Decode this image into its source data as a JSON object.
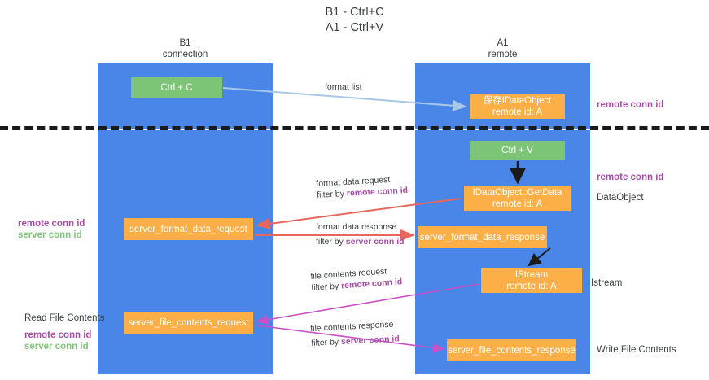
{
  "diagram": {
    "title_line1": "B1 - Ctrl+C",
    "title_line2": "A1 - Ctrl+V",
    "columns": [
      {
        "name": "B1",
        "role": "connection"
      },
      {
        "name": "A1",
        "role": "remote"
      }
    ],
    "colors": {
      "lane": "#4a86e8",
      "green_node": "#7cc576",
      "orange_node": "#fbaf46",
      "purple_text": "#a64ca6",
      "green_text": "#7cc576",
      "divider": "#1a1a1a",
      "arrow_blue": "#a7c7e7",
      "arrow_red": "#e8675c",
      "arrow_magenta": "#c850c8",
      "arrow_black": "#1a1a1a"
    },
    "nodes": {
      "ctrl_c": {
        "label": "Ctrl + C"
      },
      "save_dataobject": {
        "line1": "保存IDataObject",
        "line2": "remote id: A"
      },
      "ctrl_v": {
        "label": "Ctrl + V"
      },
      "getdata": {
        "line1": "IDataObject::GetData",
        "line2": "remote id: A"
      },
      "server_format_data_request": {
        "label": "server_format_data_request"
      },
      "server_format_data_response": {
        "label": "server_format_data_response"
      },
      "istream": {
        "line1": "IStream",
        "line2": "remote id: A"
      },
      "server_file_contents_request": {
        "label": "server_file_contents_request"
      },
      "server_file_contents_response": {
        "label": "server_file_contents_response"
      }
    },
    "edges": [
      {
        "id": "format_list",
        "label": "format list",
        "filter": ""
      },
      {
        "id": "format_data_request",
        "label": "format data request",
        "filter_prefix": "filter by ",
        "filter_key": "remote conn id"
      },
      {
        "id": "format_data_response",
        "label": "format data response",
        "filter_prefix": "filter by ",
        "filter_key": "server conn id"
      },
      {
        "id": "file_contents_request",
        "label": "file contents request",
        "filter_prefix": "filter by ",
        "filter_key": "remote conn id"
      },
      {
        "id": "file_contents_response",
        "label": "file contents response",
        "filter_prefix": "filter by ",
        "filter_key": "server conn id"
      }
    ],
    "right_labels": {
      "remote_conn_id_top": "remote conn id",
      "remote_conn_id_mid": "remote conn id",
      "dataobject": "DataObject",
      "istream": "Istream",
      "write_file_contents": "Write File Contents"
    },
    "left_labels": {
      "remote_conn_id": "remote conn id",
      "server_conn_id": "server conn id",
      "read_file_contents": "Read File Contents",
      "remote_conn_id_2": "remote conn id",
      "server_conn_id_2": "server conn id"
    }
  }
}
